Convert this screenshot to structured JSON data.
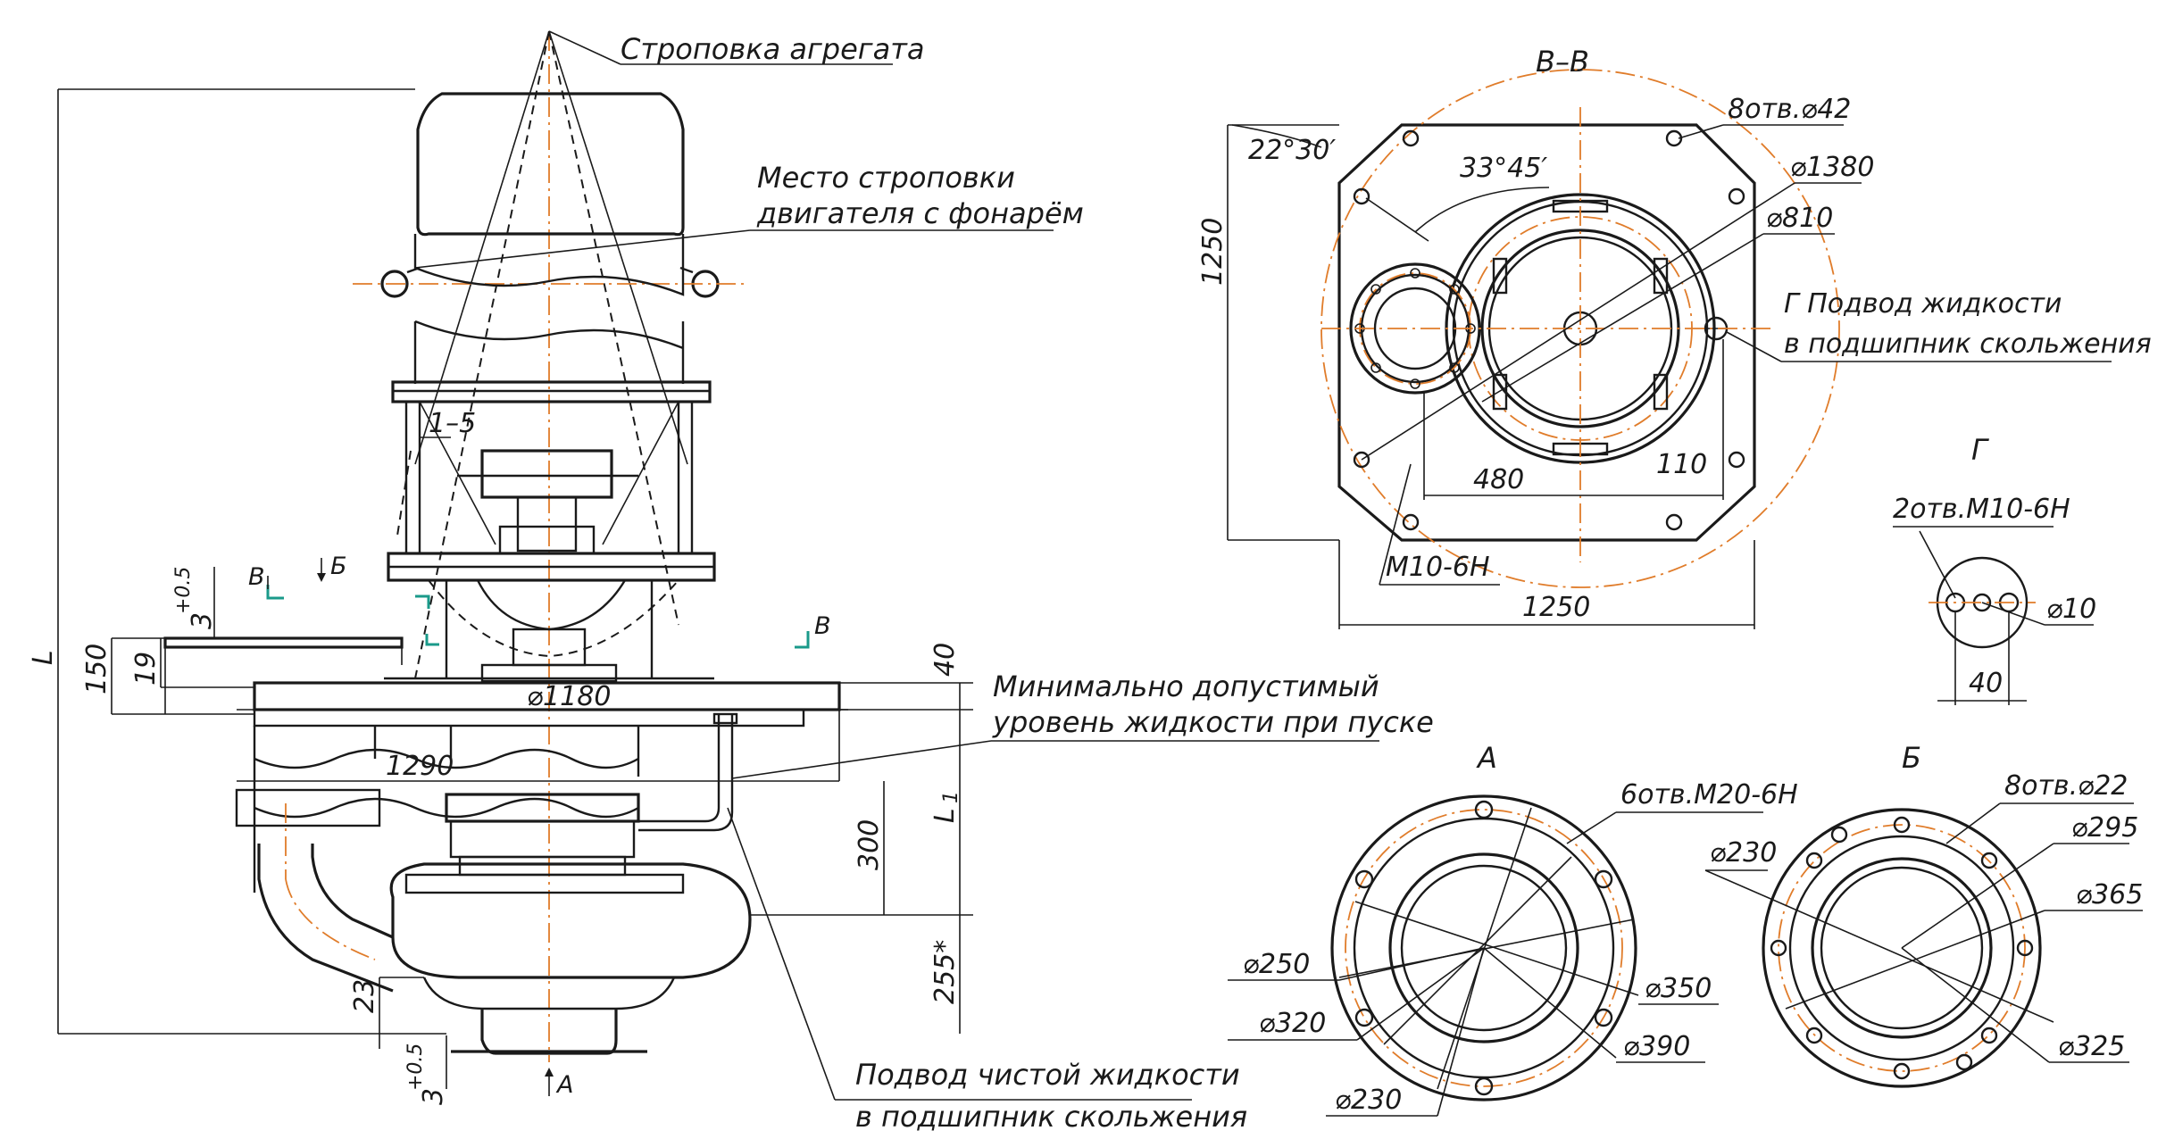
{
  "colors": {
    "line": "#1a1a1a",
    "axis": "#e07c2a",
    "section_mark": "#1a9a8a",
    "background": "#ffffff"
  },
  "main_view": {
    "callouts": {
      "unit_slinging": "Строповка агрегата",
      "motor_slinging_1": "Место строповки",
      "motor_slinging_2": "двигателя с фонарём",
      "min_level_1": "Минимально допустимый",
      "min_level_2": "уровень жидкости при пуске",
      "clean_fluid_1": "Подвод чистой жидкости",
      "clean_fluid_2": "в подшипник скольжения"
    },
    "dimensions": {
      "L": "L",
      "d150": "150",
      "d19": "19",
      "d3_top": "3",
      "d3_top_tol": "+0.5",
      "d1_5": "1–5",
      "d1180": "⌀1180",
      "d1290": "1290",
      "d40": "40",
      "L1": "L",
      "L1_sub": "1",
      "d300": "300",
      "d255": "255*",
      "d23": "23",
      "d3_bot": "3",
      "d3_bot_tol": "+0.5"
    },
    "section_marks": {
      "B_left": "В",
      "B_right": "В",
      "Bb": "Б",
      "A": "А"
    }
  },
  "view_vv": {
    "title": "В–В",
    "dims": {
      "holes": "8отв.⌀42",
      "d1380": "⌀1380",
      "d810": "⌀810",
      "ang1": "22°30′",
      "ang2": "33°45′",
      "h1250": "1250",
      "w1250": "1250",
      "d480": "480",
      "d110": "110",
      "m10": "М10-6Н"
    },
    "callout_1": "Г Подвод жидкости",
    "callout_2": "в подшипник скольжения"
  },
  "view_g": {
    "title": "Г",
    "holes": "2отв.М10-6Н",
    "d10": "⌀10",
    "d40": "40"
  },
  "view_a": {
    "title": "А",
    "holes": "6отв.М20-6Н",
    "d250": "⌀250",
    "d320": "⌀320",
    "d230": "⌀230",
    "d350": "⌀350",
    "d390": "⌀390"
  },
  "view_b": {
    "title": "Б",
    "holes": "8отв.⌀22",
    "d230": "⌀230",
    "d295": "⌀295",
    "d365": "⌀365",
    "d325": "⌀325"
  }
}
